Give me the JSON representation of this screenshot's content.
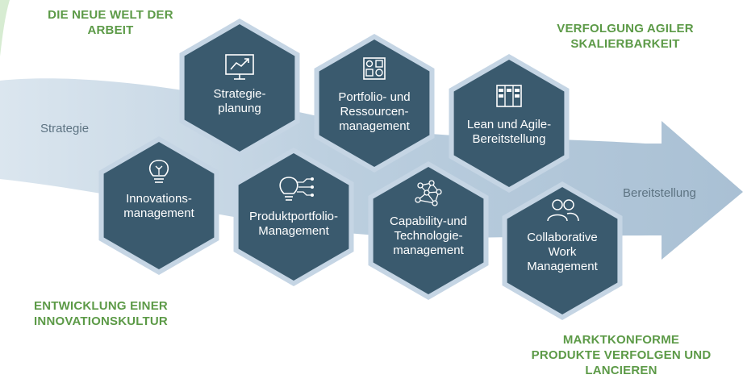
{
  "corner_headings": {
    "top_left": [
      "DIE NEUE WELT DER",
      "ARBEIT"
    ],
    "top_right": [
      "VERFOLGUNG AGILER",
      "SKALIERBARKEIT"
    ],
    "bottom_left": [
      "ENTWICKLUNG EINER",
      "INNOVATIONSKULTUR"
    ],
    "bottom_right": [
      "MARKTKONFORME",
      "PRODUKTE VERFOLGEN UND",
      "LANCIEREN"
    ]
  },
  "flow": {
    "start_label": "Strategie",
    "end_label": "Bereitstellung"
  },
  "hexagons": [
    {
      "id": "strategieplanung",
      "lines": [
        "Strategie-",
        "planung"
      ],
      "icon": "chart-presentation-icon"
    },
    {
      "id": "portfolio-ressourcen",
      "lines": [
        "Portfolio- und",
        "Ressourcen-",
        "management"
      ],
      "icon": "portfolio-blocks-icon"
    },
    {
      "id": "lean-agile",
      "lines": [
        "Lean und Agile-",
        "Bereitstellung"
      ],
      "icon": "kanban-board-icon"
    },
    {
      "id": "innovations",
      "lines": [
        "Innovations-",
        "management"
      ],
      "icon": "lightbulb-icon"
    },
    {
      "id": "produktportfolio",
      "lines": [
        "Produktportfolio-",
        "Management"
      ],
      "icon": "lightbulb-circuit-icon"
    },
    {
      "id": "capability",
      "lines": [
        "Capability-und",
        "Technologie-",
        "management"
      ],
      "icon": "network-nodes-icon"
    },
    {
      "id": "collaborative",
      "lines": [
        "Collaborative",
        "Work",
        "Management"
      ],
      "icon": "people-icon"
    }
  ],
  "colors": {
    "hex_fill": "#3a5a6e",
    "hex_border": "#c5d5e4",
    "arrow": "#b7cadb",
    "heading_green": "#5c9a47"
  }
}
